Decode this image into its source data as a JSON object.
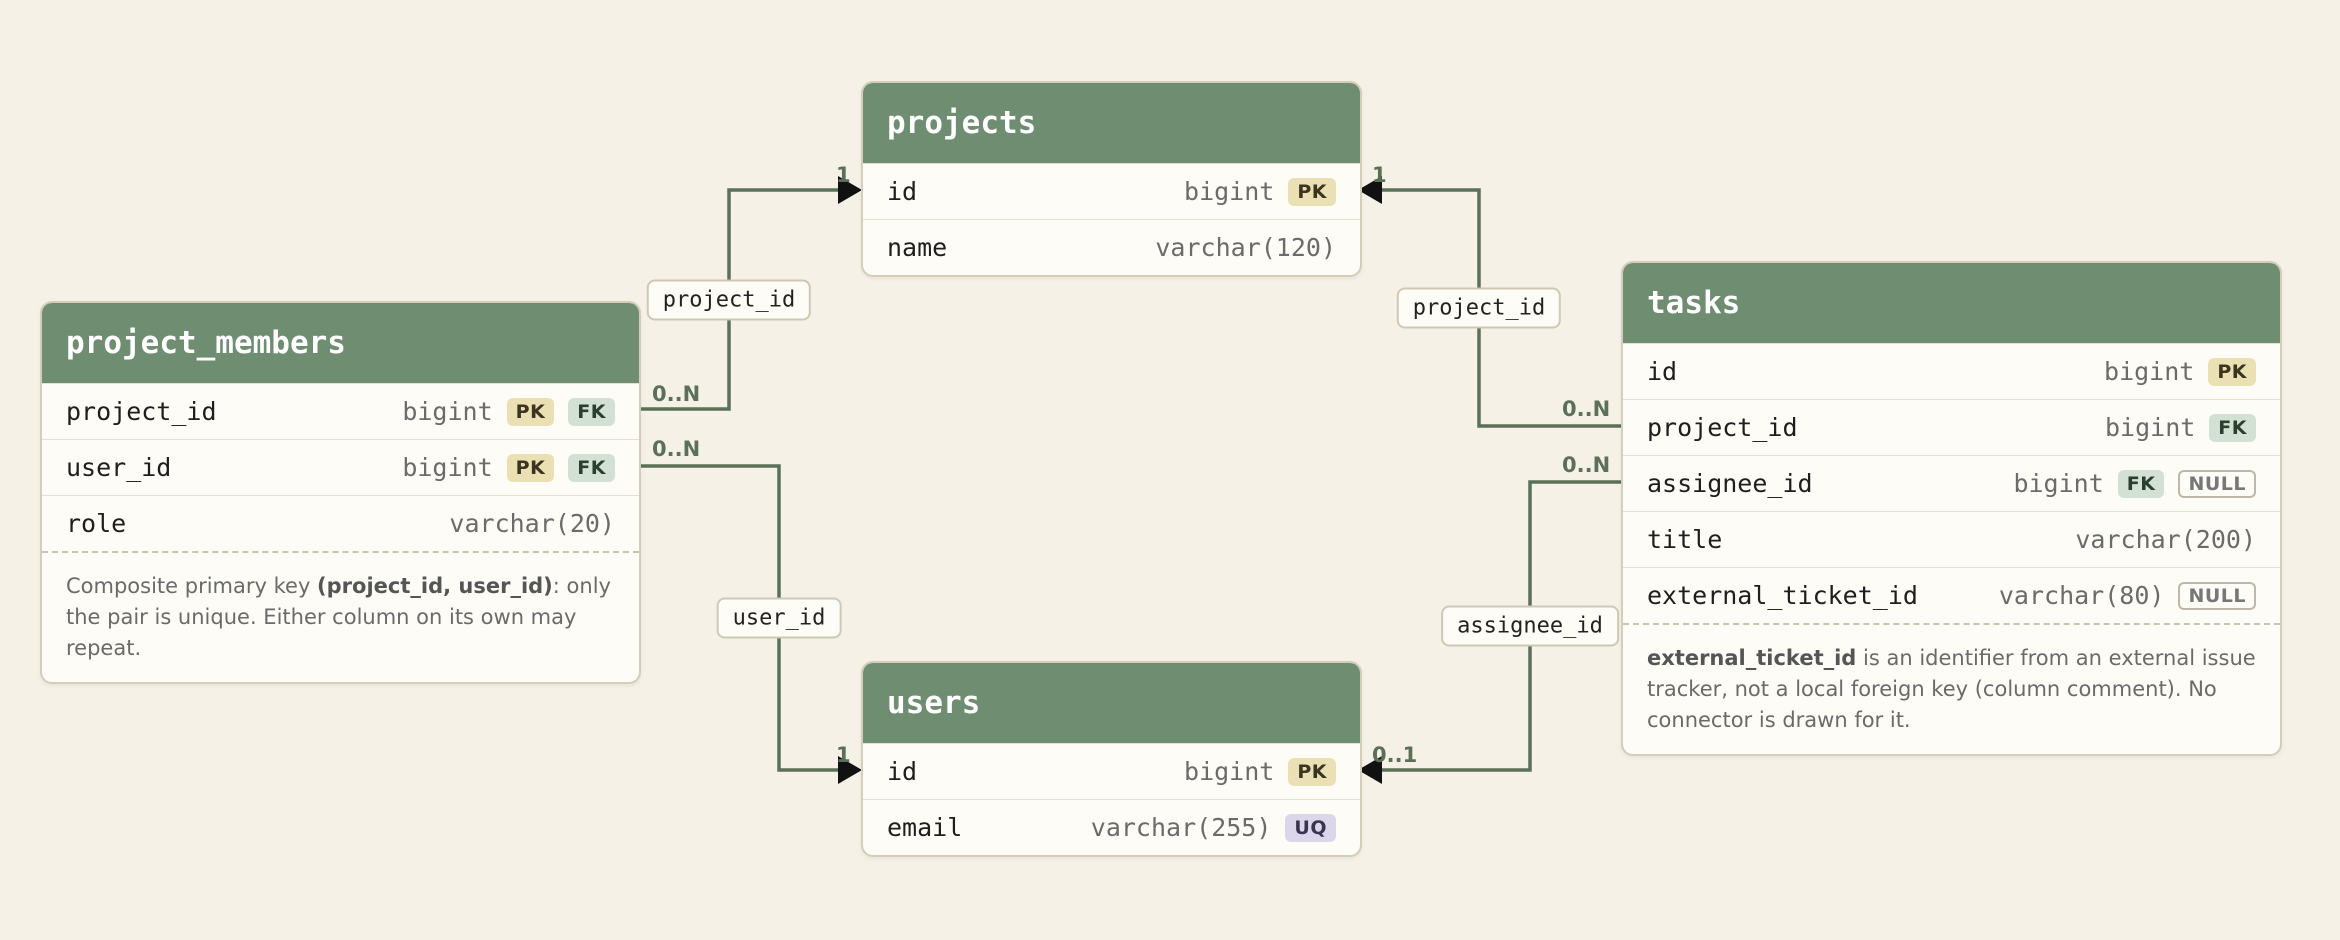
{
  "tables": {
    "projects": {
      "title": "projects",
      "columns": [
        {
          "name": "id",
          "type": "bigint",
          "badges": [
            "PK"
          ]
        },
        {
          "name": "name",
          "type": "varchar(120)",
          "badges": []
        }
      ]
    },
    "project_members": {
      "title": "project_members",
      "columns": [
        {
          "name": "project_id",
          "type": "bigint",
          "badges": [
            "PK",
            "FK"
          ]
        },
        {
          "name": "user_id",
          "type": "bigint",
          "badges": [
            "PK",
            "FK"
          ]
        },
        {
          "name": "role",
          "type": "varchar(20)",
          "badges": []
        }
      ],
      "note": {
        "pre": "Composite primary key ",
        "bold": "(project_id, user_id)",
        "post": ": only the pair is unique. Either column on its own may repeat."
      }
    },
    "users": {
      "title": "users",
      "columns": [
        {
          "name": "id",
          "type": "bigint",
          "badges": [
            "PK"
          ]
        },
        {
          "name": "email",
          "type": "varchar(255)",
          "badges": [
            "UQ"
          ]
        }
      ]
    },
    "tasks": {
      "title": "tasks",
      "columns": [
        {
          "name": "id",
          "type": "bigint",
          "badges": [
            "PK"
          ]
        },
        {
          "name": "project_id",
          "type": "bigint",
          "badges": [
            "FK"
          ]
        },
        {
          "name": "assignee_id",
          "type": "bigint",
          "badges": [
            "FK",
            "NULL"
          ]
        },
        {
          "name": "title",
          "type": "varchar(200)",
          "badges": []
        },
        {
          "name": "external_ticket_id",
          "type": "varchar(80)",
          "badges": [
            "NULL"
          ]
        }
      ],
      "note": {
        "pre": "",
        "bold": "external_ticket_id",
        "post": " is an identifier from an external issue tracker, not a local foreign key (column comment). No connector is drawn for it."
      }
    }
  },
  "relationships": [
    {
      "label": "project_id",
      "from_cardinality": "0..N",
      "to_cardinality": "1"
    },
    {
      "label": "user_id",
      "from_cardinality": "0..N",
      "to_cardinality": "1"
    },
    {
      "label": "project_id",
      "from_cardinality": "0..N",
      "to_cardinality": "1"
    },
    {
      "label": "assignee_id",
      "from_cardinality": "0..N",
      "to_cardinality": "0..1"
    }
  ],
  "colors": {
    "background": "#f6f1e7",
    "header": "#6f8d71",
    "connector": "#5a7058",
    "pk_badge": "#ebe0b4",
    "fk_badge": "#d3e0d4",
    "uq_badge": "#dcd6ea"
  }
}
